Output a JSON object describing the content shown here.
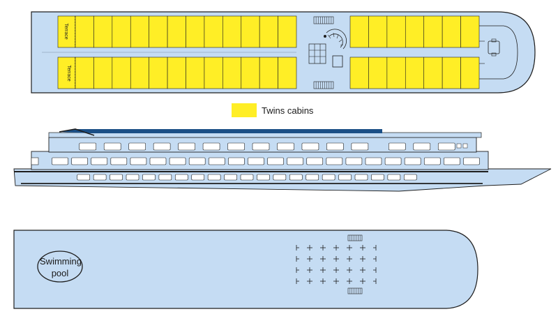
{
  "labels": {
    "terrace_upper": "Terrace",
    "terrace_lower": "Terrace",
    "swimming_pool_line1": "Swimming",
    "swimming_pool_line2": "pool"
  },
  "legend": {
    "twins_label": "Twins cabins"
  },
  "colors": {
    "hull": "#c5dcf3",
    "cabin": "#ffee26",
    "outline": "#1e1e1e",
    "accent_stripe": "#1b4f86"
  },
  "cabin_counts": {
    "top_aft_section": 12,
    "top_bow_section": 7,
    "side_upper_windows": 15,
    "side_middle_windows": 22,
    "side_lower_windows": 21
  }
}
